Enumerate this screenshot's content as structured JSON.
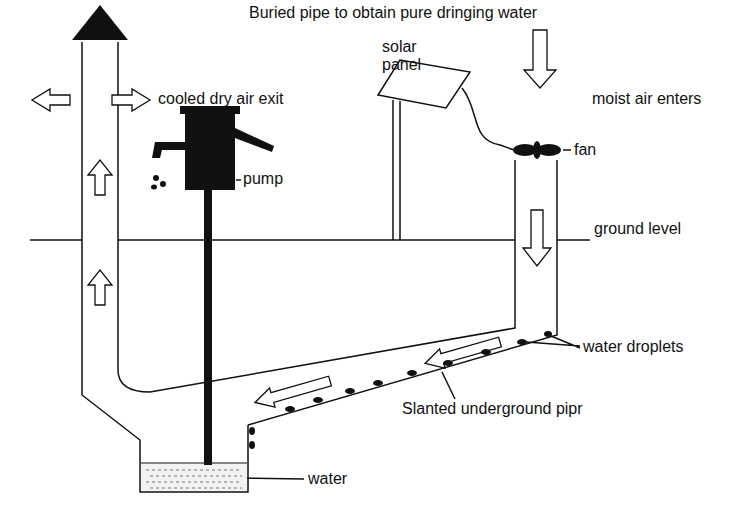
{
  "diagram": {
    "title": "Buried pipe to obtain pure dringing water",
    "labels": [
      "solar panel",
      "cooled dry air exit",
      "moist air enters",
      "fan",
      "pump",
      "ground level",
      "water droplets",
      "Slanted underground pipr",
      "water"
    ]
  }
}
